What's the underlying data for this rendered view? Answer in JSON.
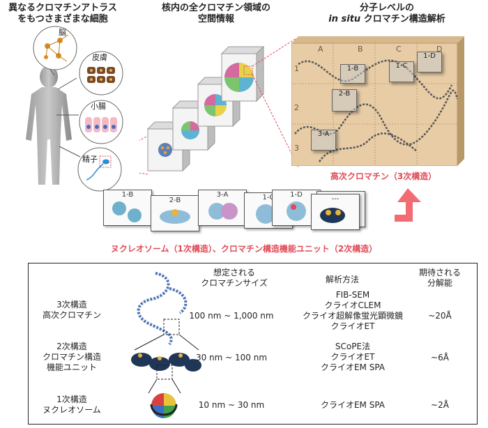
{
  "headers": {
    "col1": "異なるクロマチンアトラス\nをもつさまざまな細胞",
    "col2": "核内の全クロマチン領域の\n空間情報",
    "col3_line1": "分子レベルの",
    "col3_line2_italic": "in situ",
    "col3_line2_rest": " クロマチン構造解析"
  },
  "cells": {
    "brain": "脳",
    "skin": "皮膚",
    "intestine": "小腸",
    "sperm": "精子"
  },
  "grid": {
    "cols": [
      "A",
      "B",
      "C",
      "D"
    ],
    "rows": [
      "1",
      "2",
      "3"
    ],
    "regions": [
      "1-B",
      "1-C",
      "1-D",
      "2-B",
      "3-A"
    ]
  },
  "higher_order_label": "高次クロマチン（3次構造）",
  "thumbnails": [
    "1-B",
    "2-B",
    "3-A",
    "1-C",
    "1-D",
    "---"
  ],
  "units_label": "ヌクレオソーム（1次構造）、クロマチン構造機能ユニット（2次構造）",
  "table": {
    "headers": {
      "size": "想定される\nクロマチンサイズ",
      "method": "解析方法",
      "resolution": "期待される\n分解能"
    },
    "rows": [
      {
        "level": "3次構造\n高次クロマチン",
        "size": "100 nm ~ 1,000 nm",
        "method": "FIB-SEM\nクライオCLEM\nクライオ超解像蛍光顕微鏡\nクライオET",
        "resolution": "~20Å"
      },
      {
        "level": "2次構造\nクロマチン構造\n機能ユニット",
        "size": "30 nm ~ 100 nm",
        "method": "SCoPE法\nクライオET\nクライオEM SPA",
        "resolution": "~6Å"
      },
      {
        "level": "1次構造\nヌクレオソーム",
        "size": "10 nm ~ 30 nm",
        "method": "クライオEM SPA",
        "resolution": "~2Å"
      }
    ]
  },
  "colors": {
    "accent_red": "#e04a57",
    "grid_bg": "#e4c9a4",
    "arrow": "#f26c72"
  }
}
